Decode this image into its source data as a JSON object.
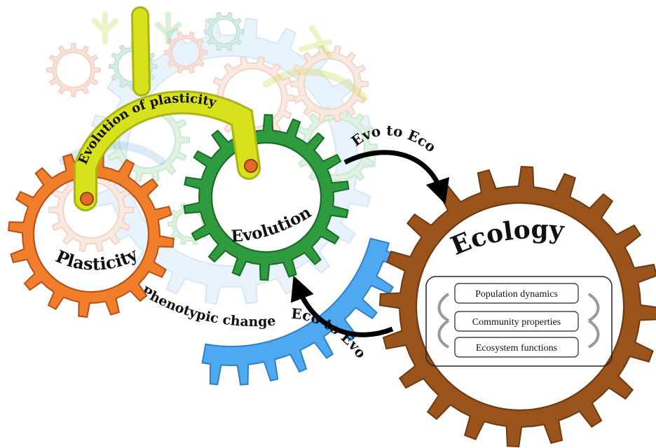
{
  "labels": {
    "plasticity": "Plasticity",
    "evolution": "Evolution",
    "ecology": "Ecology",
    "evolution_of_plasticity": "Evolution of plasticity",
    "phenotypic_change": "Phenotypic change",
    "evo_to_eco": "Evo to Eco",
    "eco_to_evo": "Eco to Evo"
  },
  "ecology_box": {
    "items": [
      "Population dynamics",
      "Community properties",
      "Ecosystem functions"
    ]
  },
  "colors": {
    "plasticity": "#F07E2A",
    "evolution": "#2E9B3E",
    "ecology": "#9A541B",
    "phenotypic": "#4FA9F0",
    "evolution_of_plasticity": "#D8E21C",
    "arrows": "#000000"
  }
}
